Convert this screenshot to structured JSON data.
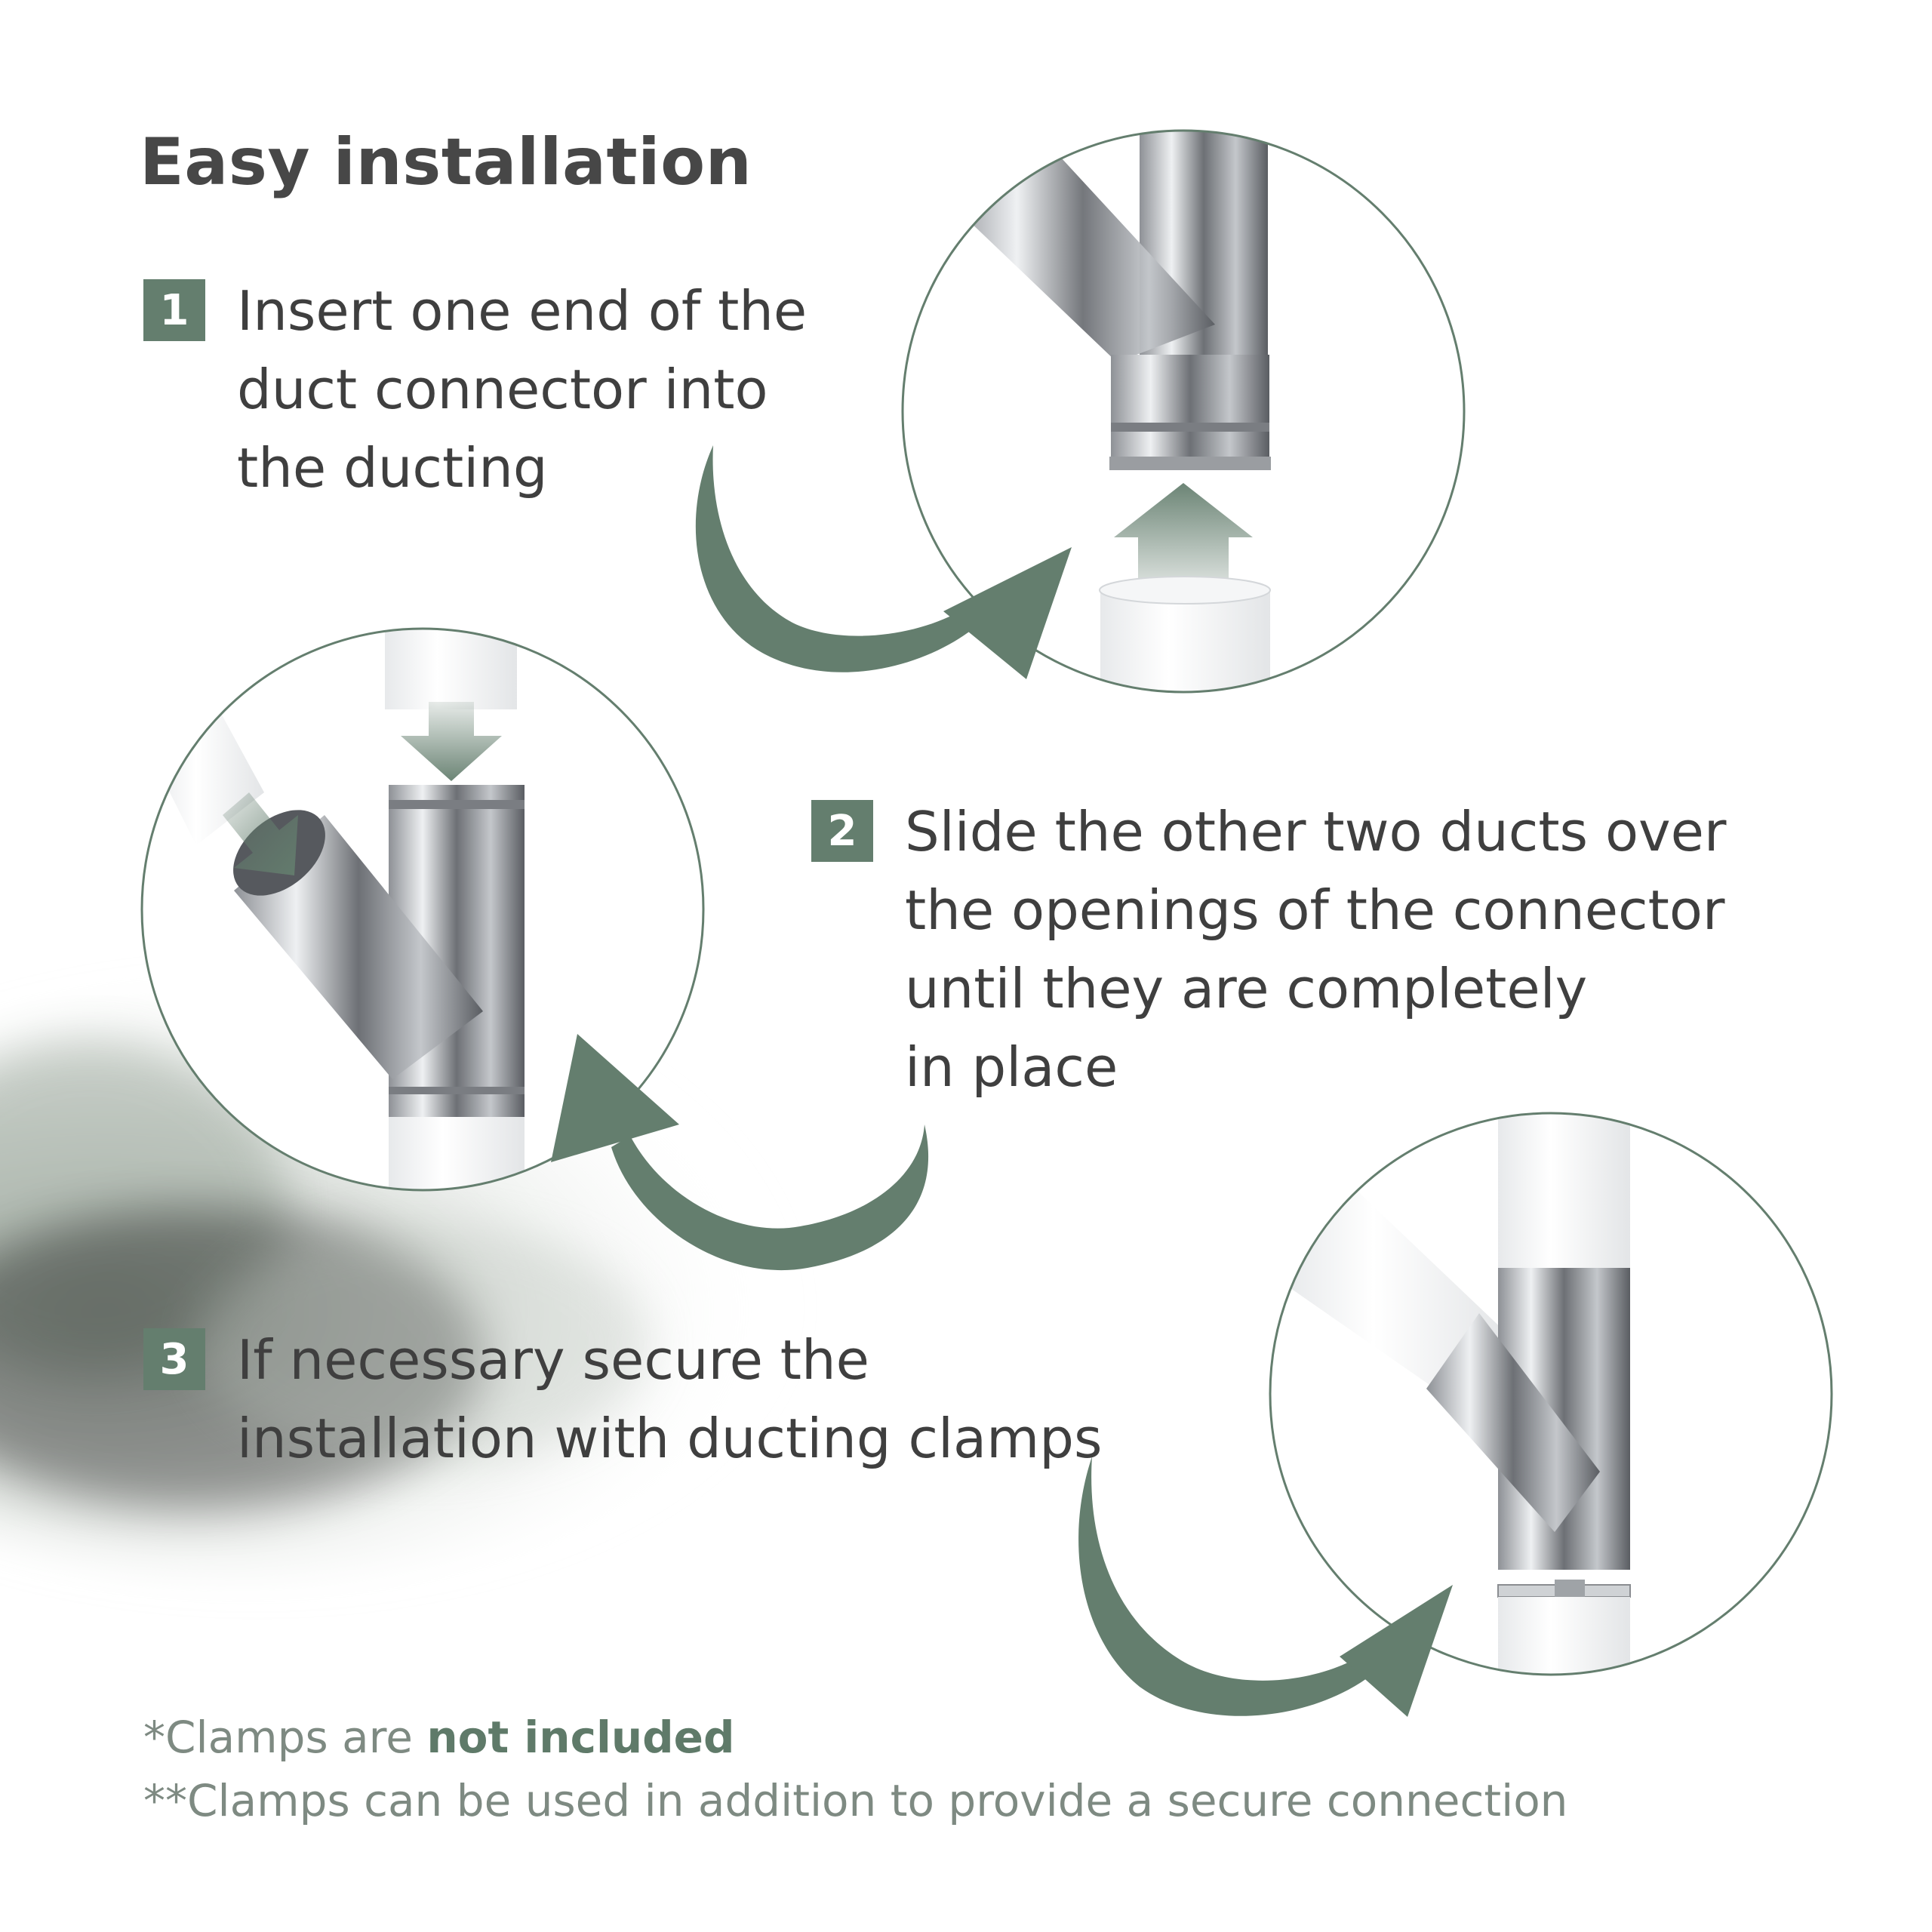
{
  "title": "Easy installation",
  "colors": {
    "accent": "#647e6e",
    "text": "#3f3f3f",
    "footnote": "#7e8a82",
    "circle_border": "#647e6e"
  },
  "steps": [
    {
      "number": "1",
      "text": "Insert one end of the\nduct connector into\nthe ducting"
    },
    {
      "number": "2",
      "text": "Slide the other two ducts over\nthe openings of the connector\nuntil they are completely\nin place"
    },
    {
      "number": "3",
      "text": "If necessary secure the\ninstallation with ducting clamps"
    }
  ],
  "footnotes": {
    "note1_prefix": "*Clamps are ",
    "note1_bold": "not included",
    "note2": "**Clamps can be used in addition to provide a secure connection"
  },
  "icons": {
    "arrow_step1": "curved-arrow-icon",
    "arrow_step2": "curved-arrow-icon",
    "arrow_step3": "curved-arrow-icon",
    "photo1": "y-connector-photo",
    "photo2": "y-connector-photo",
    "photo3": "y-connector-photo"
  }
}
